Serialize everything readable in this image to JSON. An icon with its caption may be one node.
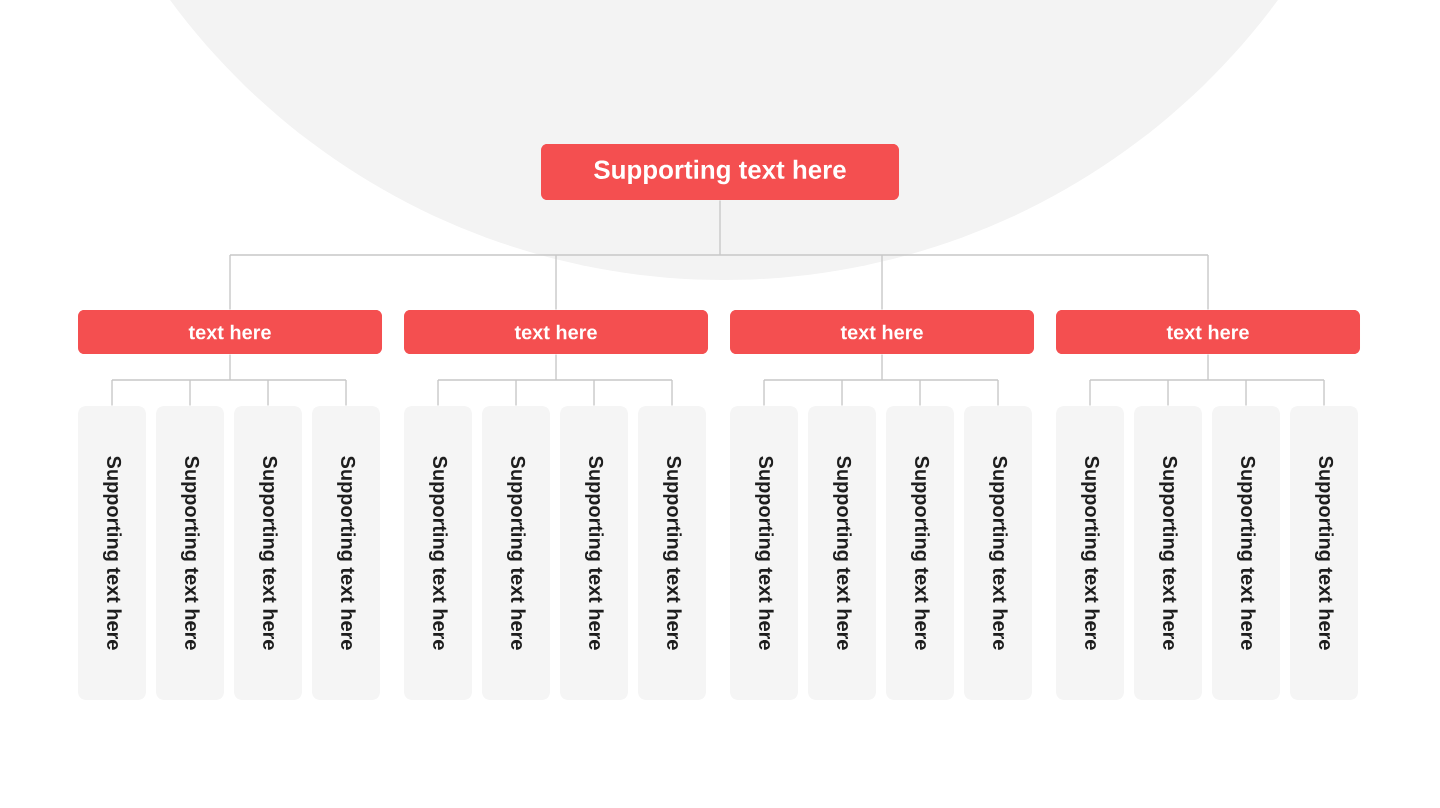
{
  "diagram": {
    "nodes": [
      {
        "text": [
          "Supporting text here"
        ]
      },
      {
        "text": [
          "text here"
        ]
      },
      {
        "text": [
          "text here"
        ]
      },
      {
        "text": [
          "text here"
        ]
      },
      {
        "text": [
          "text here"
        ]
      },
      {
        "text": [
          "Supporting text here"
        ]
      },
      {
        "text": [
          "Supporting text here"
        ]
      },
      {
        "text": [
          "Supporting text here"
        ]
      },
      {
        "text": [
          "Supporting text here"
        ]
      },
      {
        "text": [
          "Supporting text here"
        ]
      },
      {
        "text": [
          "Supporting text here"
        ]
      },
      {
        "text": [
          "Supporting text here"
        ]
      },
      {
        "text": [
          "Supporting text here"
        ]
      },
      {
        "text": [
          "Supporting text here"
        ]
      },
      {
        "text": [
          "Supporting text here"
        ]
      },
      {
        "text": [
          "Supporting text here"
        ]
      },
      {
        "text": [
          "Supporting text here"
        ]
      },
      {
        "text": [
          "Supporting text here"
        ]
      },
      {
        "text": [
          "Supporting text here"
        ]
      },
      {
        "text": [
          "Supporting text here"
        ]
      },
      {
        "text": [
          "Supporting text here"
        ]
      }
    ],
    "edges": [
      {
        "from": 0,
        "to": 1,
        "arrow": "none"
      },
      {
        "from": 0,
        "to": 2,
        "arrow": "none"
      },
      {
        "from": 0,
        "to": 3,
        "arrow": "none"
      },
      {
        "from": 0,
        "to": 4,
        "arrow": "none"
      },
      {
        "from": 1,
        "to": 5,
        "arrow": "none"
      },
      {
        "from": 1,
        "to": 6,
        "arrow": "none"
      },
      {
        "from": 1,
        "to": 7,
        "arrow": "none"
      },
      {
        "from": 1,
        "to": 8,
        "arrow": "none"
      },
      {
        "from": 2,
        "to": 9,
        "arrow": "none"
      },
      {
        "from": 2,
        "to": 10,
        "arrow": "none"
      },
      {
        "from": 2,
        "to": 11,
        "arrow": "none"
      },
      {
        "from": 2,
        "to": 12,
        "arrow": "none"
      },
      {
        "from": 3,
        "to": 13,
        "arrow": "none"
      },
      {
        "from": 3,
        "to": 14,
        "arrow": "none"
      },
      {
        "from": 3,
        "to": 15,
        "arrow": "none"
      },
      {
        "from": 3,
        "to": 16,
        "arrow": "none"
      },
      {
        "from": 4,
        "to": 17,
        "arrow": "none"
      },
      {
        "from": 4,
        "to": 18,
        "arrow": "none"
      },
      {
        "from": 4,
        "to": 19,
        "arrow": "none"
      },
      {
        "from": 4,
        "to": 20,
        "arrow": "none"
      }
    ]
  }
}
